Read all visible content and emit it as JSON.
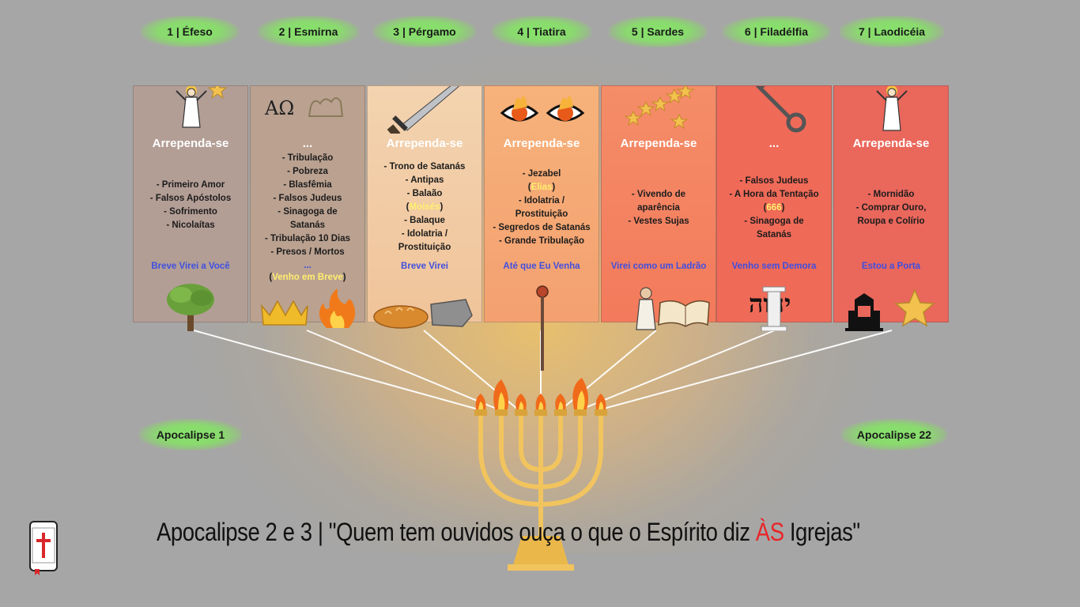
{
  "churches": [
    {
      "tag": "1 | Éfeso",
      "title": "Arrependa-se",
      "items": [
        "- Primeiro Amor",
        "- Falsos Apóstolos",
        "- Sofrimento",
        "- Nicolaítas"
      ],
      "promise": "Breve Virei a Você",
      "top_icon": "saint-figure-icon",
      "bottom_icon": "olive-tree-icon"
    },
    {
      "tag": "2 | Esmirna",
      "title": "...",
      "items": [
        "- Tribulação",
        "- Pobreza",
        "- Blasfêmia",
        "- Falsos Judeus",
        "- Sinagoga de",
        "Satanás",
        "- Tribulação 10 Dias",
        "- Presos / Mortos"
      ],
      "promise_parts": [
        "...",
        "(",
        "Venho em Breve",
        ")"
      ],
      "top_icon": "alpha-omega-crown-icon",
      "bottom_icon": "crown-fire-icon",
      "top_text": "ΑΩ"
    },
    {
      "tag": "3 | Pérgamo",
      "title": "Arrependa-se",
      "items_parts": [
        [
          "- Trono de Satanás"
        ],
        [
          "- Antipas"
        ],
        [
          "- Balaão"
        ],
        [
          "(",
          "Moisés",
          ")"
        ],
        [
          "- Balaque"
        ],
        [
          "- Idolatria /"
        ],
        [
          "Prostituição"
        ]
      ],
      "promise": "Breve Virei",
      "top_icon": "sword-icon",
      "bottom_icon": "bread-stone-icon"
    },
    {
      "tag": "4 | Tiatira",
      "title": "Arrependa-se",
      "items_parts": [
        [
          "- Jezabel"
        ],
        [
          "(",
          "Elias",
          ")"
        ],
        [
          "- Idolatria /"
        ],
        [
          "Prostituição"
        ],
        [
          "- Segredos de Satanás"
        ],
        [
          "- Grande Tribulação"
        ]
      ],
      "promise": "Até que Eu Venha",
      "top_icon": "fire-eyes-icon",
      "bottom_icon": "scepter-icon"
    },
    {
      "tag": "5 | Sardes",
      "title": "Arrependa-se",
      "items": [
        "- Vivendo de",
        "aparência",
        "- Vestes Sujas"
      ],
      "promise": "Virei como um Ladrão",
      "top_icon": "stars-icon",
      "bottom_icon": "book-of-life-icon"
    },
    {
      "tag": "6 | Filadélfia",
      "title": "...",
      "items_parts": [
        [
          "- Falsos Judeus"
        ],
        [
          "- A Hora da Tentação"
        ],
        [
          "(",
          "666",
          ")"
        ],
        [
          "- Sinagoga de"
        ],
        [
          "Satanás"
        ]
      ],
      "promise": "Venho sem Demora",
      "top_icon": "key-icon",
      "bottom_icon": "yhwh-pillar-icon",
      "bottom_text": "יהוה"
    },
    {
      "tag": "7 | Laodicéia",
      "title": "Arrependa-se",
      "items": [
        "- Mornidão",
        "- Comprar Ouro,",
        "Roupa e Colírio"
      ],
      "promise": "Estou a Porta",
      "top_icon": "saint-figure-icon",
      "bottom_icon": "throne-star-icon"
    }
  ],
  "left_tag": "Apocalipse 1",
  "right_tag": "Apocalipse 22",
  "footer": {
    "part1": "Apocalipse 2 e 3 | \"Quem tem ouvidos ouça o que o Espírito diz ",
    "emphasis": "ÀS",
    "part2": " Igrejas\""
  },
  "colors": {
    "col1": "#b39e96",
    "col2": "#baa190",
    "col3": "#f0c49a",
    "col4": "#f4a070",
    "col5": "#f37a5c",
    "col6": "#f06a58",
    "col7": "#ea675c",
    "accent_red": "#e8262a",
    "promise_blue": "#3f4fe0"
  }
}
